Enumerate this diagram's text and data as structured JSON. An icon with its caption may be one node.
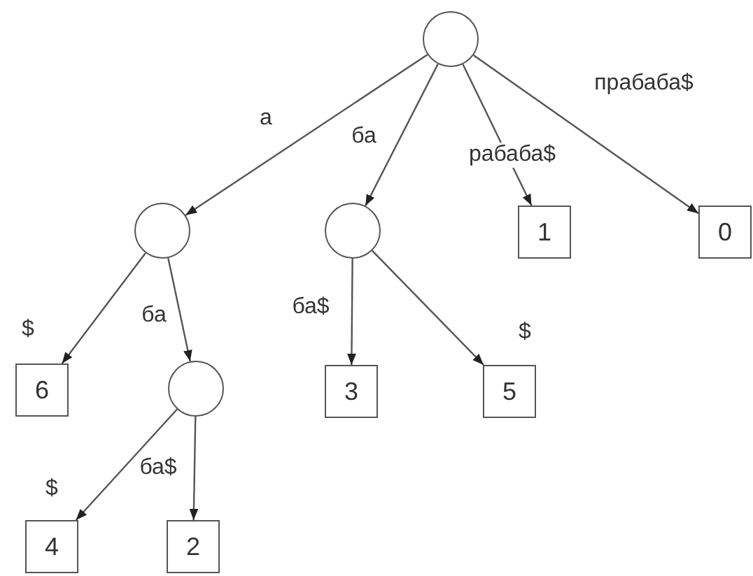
{
  "diagram": {
    "nodes": [
      {
        "text": [],
        "shape": "circle"
      },
      {
        "text": [],
        "shape": "circle"
      },
      {
        "text": [],
        "shape": "circle"
      },
      {
        "text": [
          "1"
        ]
      },
      {
        "text": [
          "0"
        ]
      },
      {
        "text": [
          "6"
        ]
      },
      {
        "text": [],
        "shape": "circle"
      },
      {
        "text": [
          "3"
        ]
      },
      {
        "text": [
          "5"
        ]
      },
      {
        "text": [
          "4"
        ]
      },
      {
        "text": [
          "2"
        ]
      }
    ],
    "edges": [
      {
        "from": 0,
        "to": 1,
        "arrow": "to",
        "label": "а"
      },
      {
        "from": 0,
        "to": 2,
        "arrow": "to",
        "label": "ба"
      },
      {
        "from": 0,
        "to": 3,
        "arrow": "to",
        "label": "рабаба$"
      },
      {
        "from": 0,
        "to": 4,
        "arrow": "to",
        "label": "прабаба$"
      },
      {
        "from": 1,
        "to": 5,
        "arrow": "to",
        "label": "$"
      },
      {
        "from": 1,
        "to": 6,
        "arrow": "to",
        "label": "ба"
      },
      {
        "from": 2,
        "to": 7,
        "arrow": "to",
        "label": "ба$"
      },
      {
        "from": 2,
        "to": 8,
        "arrow": "to",
        "label": "$"
      },
      {
        "from": 6,
        "to": 9,
        "arrow": "to",
        "label": "$"
      },
      {
        "from": 6,
        "to": 10,
        "arrow": "to",
        "label": "ба$"
      }
    ]
  }
}
